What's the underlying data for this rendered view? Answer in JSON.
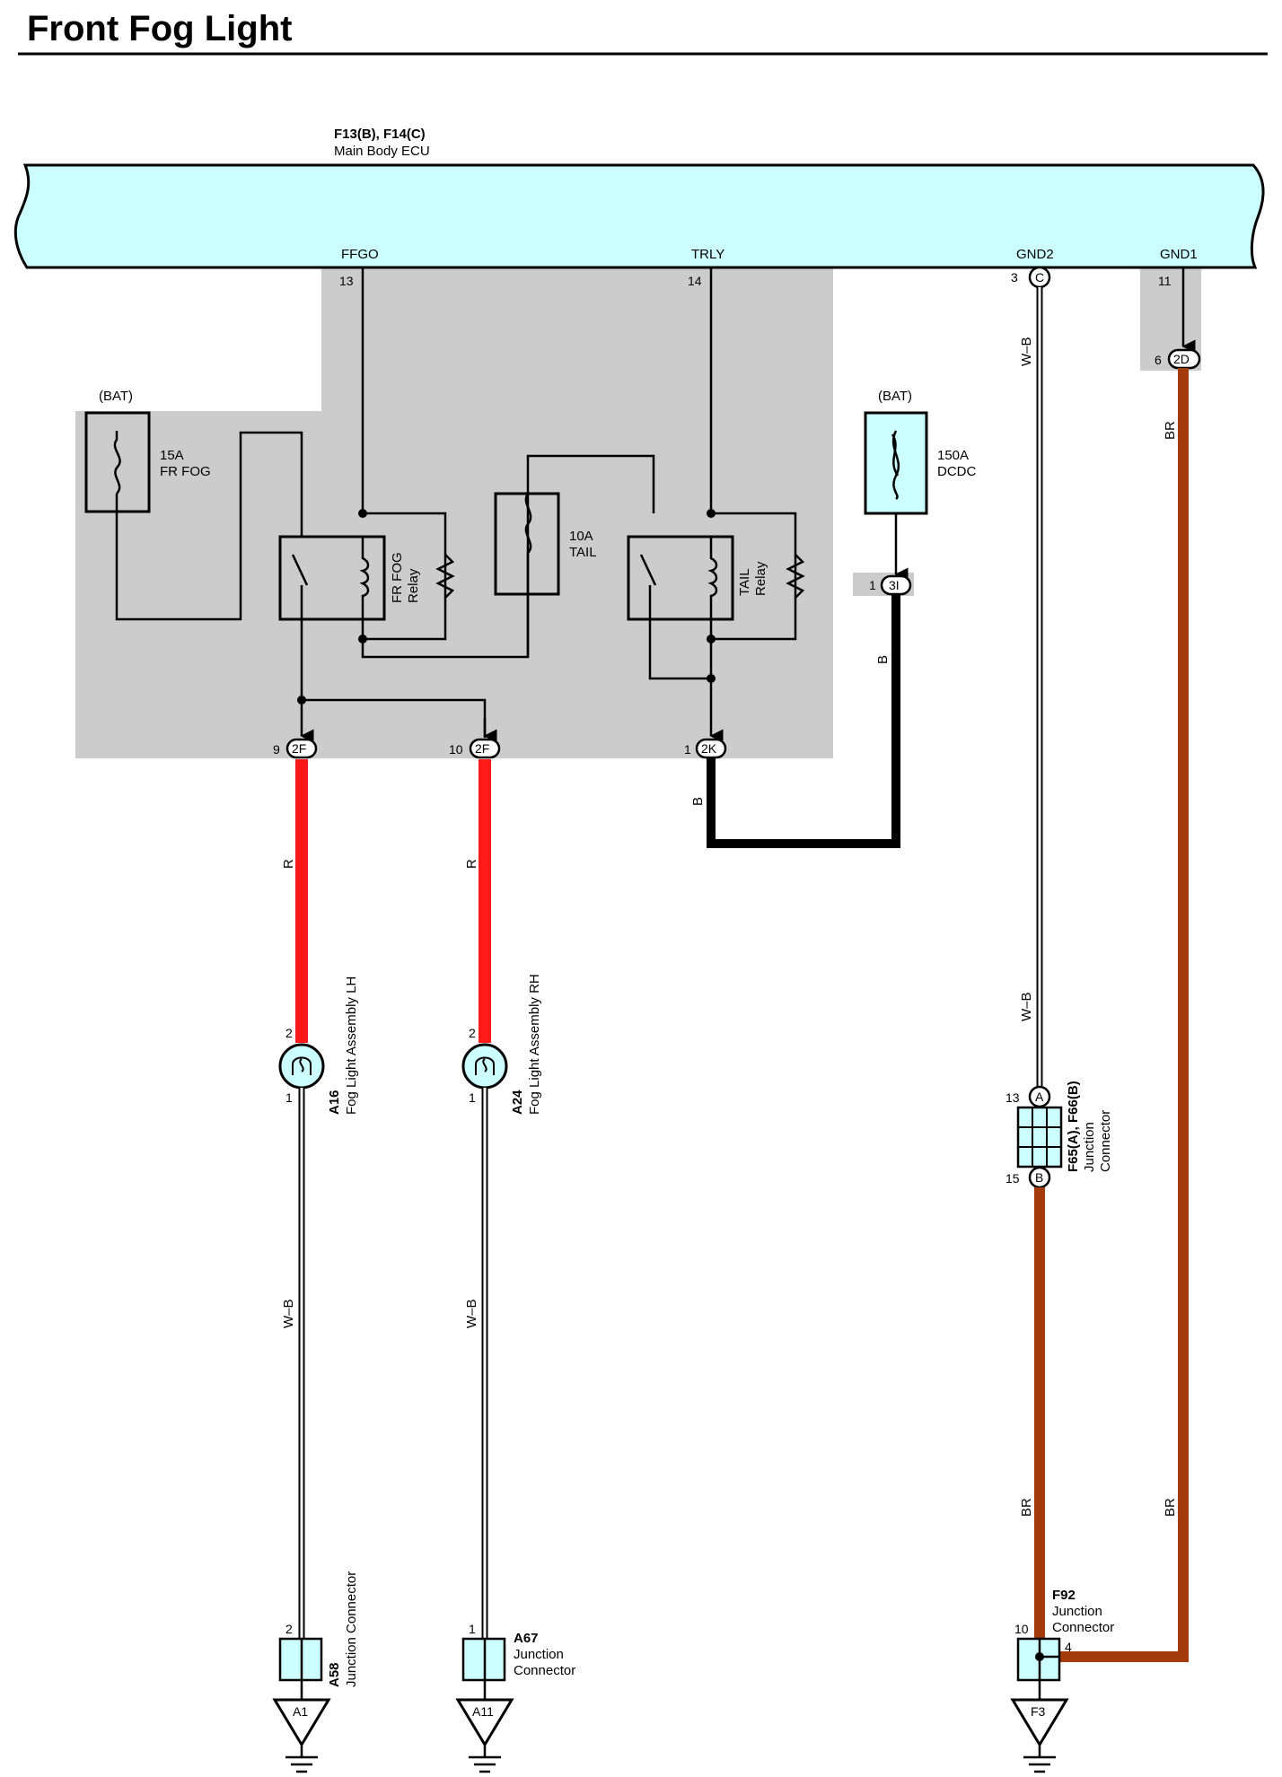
{
  "title": "Front Fog Light",
  "ecu": {
    "connectors": "F13(B), F14(C)",
    "name": "Main Body ECU",
    "terminals": {
      "ffgo": "FFGO",
      "trly": "TRLY",
      "gnd2": "GND2",
      "gnd1": "GND1"
    }
  },
  "pins": {
    "ffgo": "13",
    "trly": "14",
    "gnd2": "3",
    "gnd1": "11",
    "gnd1_junction": "6",
    "dcdc_out": "1",
    "fog_lh_out": "9",
    "fog_rh_out": "10",
    "tail_out": "1",
    "lamp_lh_in": "2",
    "lamp_lh_out": "1",
    "lamp_rh_in": "2",
    "lamp_rh_out": "1",
    "f65_top": "13",
    "f65_bottom": "15",
    "a58": "2",
    "a67": "1",
    "f92_in": "10",
    "f92_side": "4"
  },
  "connector_codes": {
    "gnd2": "C",
    "gnd1": "2D",
    "dcdc": "3I",
    "fog_lh": "2F",
    "fog_rh": "2F",
    "tail": "2K",
    "f65_top": "A",
    "f65_bottom": "B"
  },
  "power": {
    "bat_left": "(BAT)",
    "bat_right": "(BAT)"
  },
  "fuses": {
    "fr_fog": {
      "rating": "15A",
      "name": "FR FOG"
    },
    "tail": {
      "rating": "10A",
      "name": "TAIL"
    },
    "dcdc": {
      "rating": "150A",
      "name": "DCDC"
    }
  },
  "relays": {
    "fr_fog": {
      "line1": "FR FOG",
      "line2": "Relay"
    },
    "tail": {
      "line1": "TAIL",
      "line2": "Relay"
    }
  },
  "wire_colors": {
    "gnd2_upper": "W–B",
    "gnd2_lower": "W–B",
    "gnd1": "BR",
    "dcdc": "B",
    "tail_out": "B",
    "lh_feed": "R",
    "rh_feed": "R",
    "lh_ground": "W–B",
    "rh_ground": "W–B",
    "f65_to_f92": "BR",
    "gnd1_to_f92": "BR"
  },
  "components": {
    "fog_lh": {
      "code": "A16",
      "name": "Fog Light Assembly LH"
    },
    "fog_rh": {
      "code": "A24",
      "name": "Fog Light Assembly RH"
    },
    "f65": {
      "code": "F65(A), F66(B)",
      "line1": "Junction",
      "line2": "Connector"
    },
    "a58": {
      "code": "A58",
      "name": "Junction Connector"
    },
    "a67": {
      "code": "A67",
      "line1": "Junction",
      "line2": "Connector"
    },
    "f92": {
      "code": "F92",
      "line1": "Junction",
      "line2": "Connector"
    }
  },
  "grounds": {
    "a1": "A1",
    "a11": "A11",
    "f3": "F3"
  },
  "colors": {
    "ecu_fill": "#ccffff",
    "shade": "#cccccc",
    "red_wire": "#ff1a1a",
    "brown_wire": "#a33c0a",
    "black_wire": "#000000"
  }
}
